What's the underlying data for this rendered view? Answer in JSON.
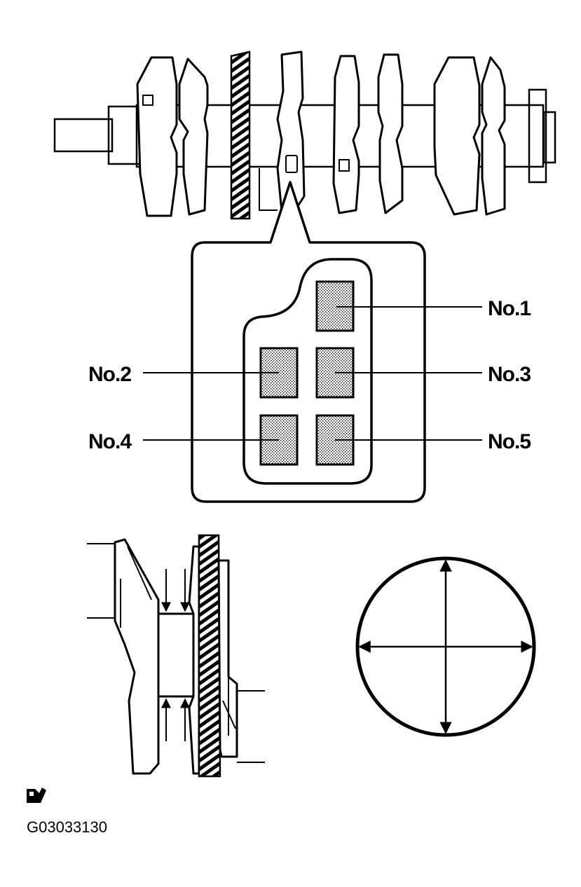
{
  "labels": {
    "no1": "No.1",
    "no2": "No.2",
    "no3": "No.3",
    "no4": "No.4",
    "no5": "No.5"
  },
  "figure_code": "G03033130",
  "icons": [
    "hand-note-icon"
  ],
  "colors": {
    "ink": "#000000",
    "paper": "#ffffff"
  }
}
